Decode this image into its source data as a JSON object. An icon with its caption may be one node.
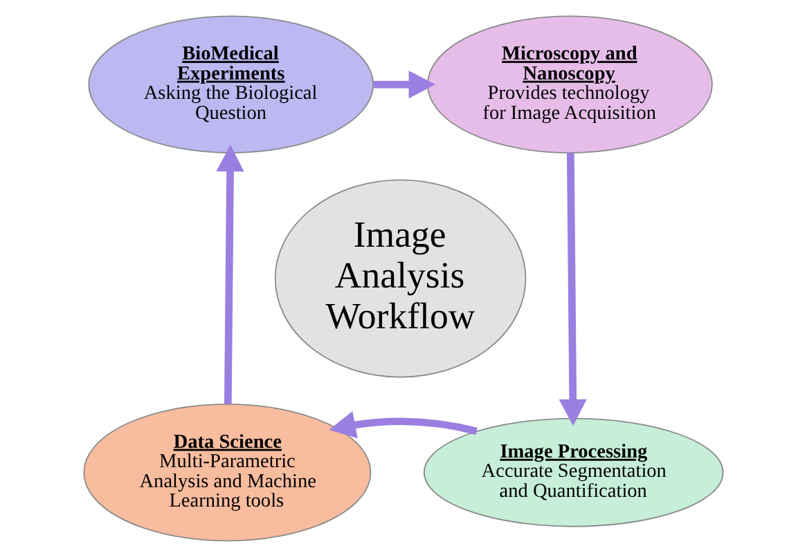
{
  "diagram": {
    "nodes": [
      {
        "text": [
          "BioMedical Experiments",
          "Asking the Biological Question"
        ]
      },
      {
        "text": [
          "Microscopy and Nanoscopy",
          "Provides technology for Image Acquisition"
        ]
      },
      {
        "text": [
          "Image Analysis Workflow"
        ]
      },
      {
        "text": [
          "Data Science",
          "Multi-Parametric Analysis and Machine Learning tools"
        ]
      },
      {
        "text": [
          "Image Processing",
          "Accurate Segmentation and Quantification"
        ]
      }
    ],
    "edges": [
      {
        "from": 0,
        "to": 1,
        "arrow": "to"
      },
      {
        "from": 1,
        "to": 4,
        "arrow": "to"
      },
      {
        "from": 4,
        "to": 3,
        "arrow": "to"
      },
      {
        "from": 3,
        "to": 0,
        "arrow": "to"
      }
    ]
  }
}
